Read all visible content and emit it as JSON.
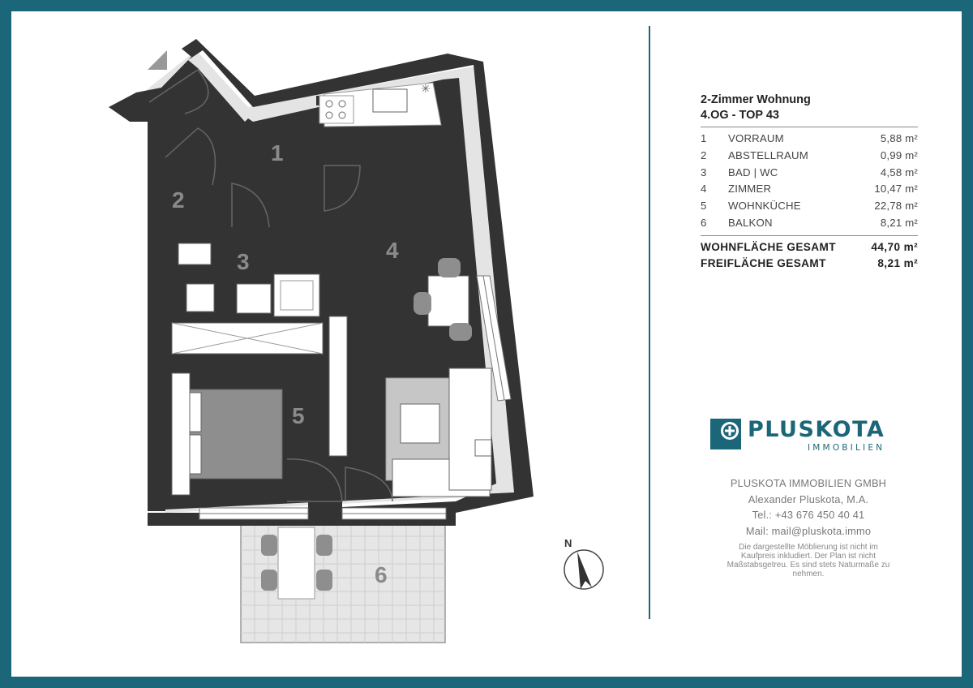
{
  "plan": {
    "title": "2-Zimmer Wohnung",
    "subtitle": "4.OG - TOP 43",
    "rooms": [
      {
        "no": "1",
        "name": "VORRAUM",
        "area": "5,88 m²"
      },
      {
        "no": "2",
        "name": "ABSTELLRAUM",
        "area": "0,99 m²"
      },
      {
        "no": "3",
        "name": "BAD | WC",
        "area": "4,58 m²"
      },
      {
        "no": "4",
        "name": "ZIMMER",
        "area": "10,47 m²"
      },
      {
        "no": "5",
        "name": "WOHNKÜCHE",
        "area": "22,78 m²"
      },
      {
        "no": "6",
        "name": "BALKON",
        "area": "8,21 m²"
      }
    ],
    "totals": [
      {
        "label": "WOHNFLÄCHE GESAMT",
        "area": "44,70 m²"
      },
      {
        "label": "FREIFLÄCHE GESAMT",
        "area": "8,21 m²"
      }
    ],
    "room_labels": [
      "1",
      "2",
      "3",
      "4",
      "5",
      "6"
    ],
    "compass": "N"
  },
  "brand": {
    "name": "PLUSKOTA",
    "sub": "IMMOBILIEN",
    "company": "PLUSKOTA IMMOBILIEN GMBH",
    "person": "Alexander Pluskota, M.A.",
    "phone": "Tel.: +43 676 450 40 41",
    "email": "Mail: mail@pluskota.immo",
    "disclaimer": "Die dargestellte Möblierung ist nicht im Kaufpreis inkludiert. Der Plan ist nicht Maßstabsgetreu. Es sind stets Naturmaße zu nehmen."
  },
  "colors": {
    "frame": "#1b6678",
    "wall": "#333333",
    "floor": "#e4e4e4",
    "bathroom": "#b3c8d6",
    "furniture": "#999999"
  }
}
